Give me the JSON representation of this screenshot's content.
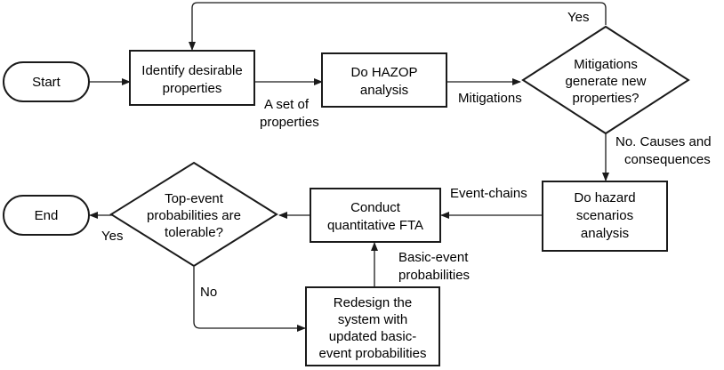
{
  "nodes": {
    "start": {
      "label": "Start"
    },
    "identify": {
      "line1": "Identify desirable",
      "line2": "properties"
    },
    "hazop": {
      "line1": "Do HAZOP",
      "line2": "analysis"
    },
    "mitigations_decision": {
      "line1": "Mitigations",
      "line2": "generate new",
      "line3": "properties?"
    },
    "hazard": {
      "line1": "Do hazard",
      "line2": "scenarios",
      "line3": "analysis"
    },
    "fta": {
      "line1": "Conduct",
      "line2": "quantitative FTA"
    },
    "top_event_decision": {
      "line1": "Top-event",
      "line2": "probabilities are",
      "line3": "tolerable?"
    },
    "end": {
      "label": "End"
    },
    "redesign": {
      "line1": "Redesign the",
      "line2": "system with",
      "line3": "updated basic-",
      "line4": "event probabilities"
    }
  },
  "edge_labels": {
    "set_of_properties": {
      "line1": "A set of",
      "line2": "properties"
    },
    "mitigations": "Mitigations",
    "yes_loop": "Yes",
    "no_causes": {
      "line1": "No. Causes and",
      "line2": "consequences"
    },
    "event_chains": "Event-chains",
    "yes_end": "Yes",
    "no_redesign": "No",
    "basic_event": {
      "line1": "Basic-event",
      "line2": "probabilities"
    }
  }
}
